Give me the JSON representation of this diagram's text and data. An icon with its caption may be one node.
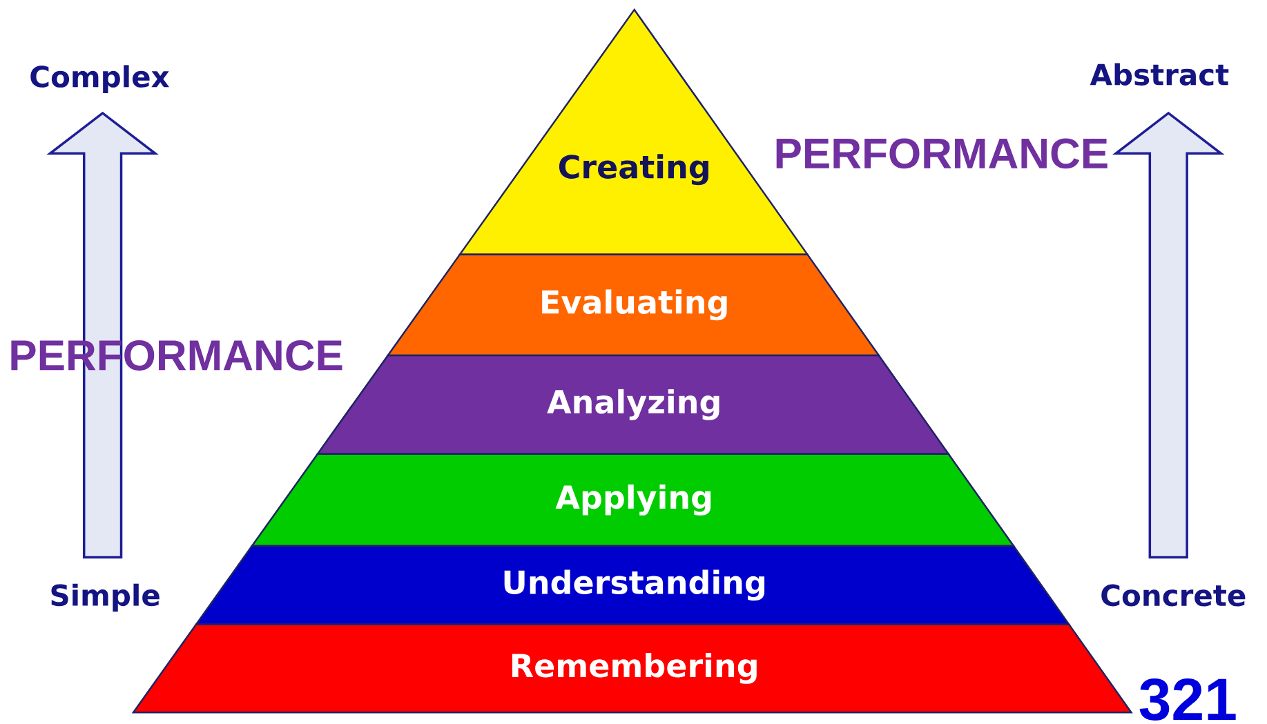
{
  "diagram": {
    "nodes": [
      {
        "text": [
          "Creating"
        ]
      },
      {
        "text": [
          "Evaluating"
        ]
      },
      {
        "text": [
          "Analyzing"
        ]
      },
      {
        "text": [
          "Applying"
        ]
      },
      {
        "text": [
          "Understanding"
        ]
      },
      {
        "text": [
          "Remembering"
        ]
      }
    ],
    "labels": [
      "Complex",
      "Abstract",
      "PERFORMANCE",
      "PERFORMANCE",
      "Simple",
      "Concrete",
      "321"
    ]
  }
}
